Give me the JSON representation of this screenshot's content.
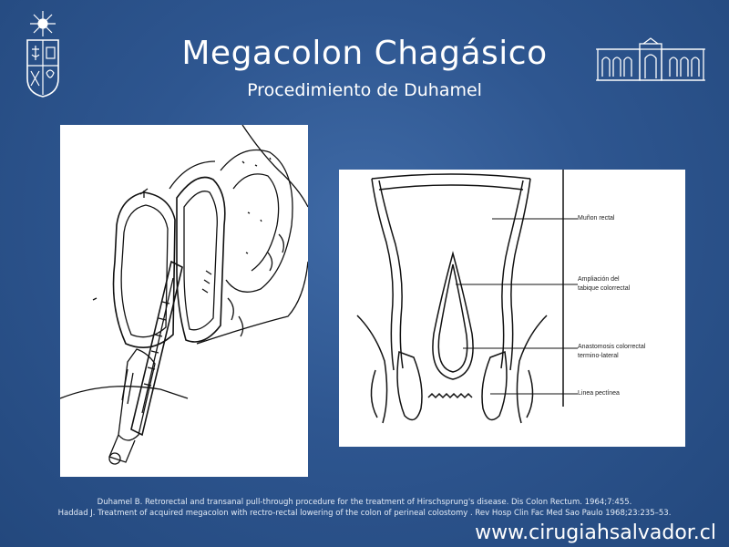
{
  "slide": {
    "title": "Megacolon Chagásico",
    "subtitle": "Procedimiento de Duhamel"
  },
  "figure_right": {
    "labels": [
      "Muñon rectal",
      "Ampliación del",
      "tabique colorrectal",
      "Anastomosis colorrectal",
      "termino-lateral",
      "Linea pectínea"
    ]
  },
  "references": [
    "Duhamel B. Retrorectal and transanal pull-through procedure for the treatment of Hirschsprung's disease. Dis Colon Rectum. 1964;7:455.",
    "Haddad J. Treatment of acquired megacolon with rectro-rectal lowering of the colon of perineal colostomy . Rev Hosp Clin Fac Med Sao Paulo 1968;23:235–53."
  ],
  "footer": {
    "website": "www.cirugiahsalvador.cl"
  },
  "icons": [
    "university-crest-icon",
    "hospital-building-icon"
  ],
  "colors": {
    "background": "#2e5690",
    "text": "#ffffff"
  }
}
